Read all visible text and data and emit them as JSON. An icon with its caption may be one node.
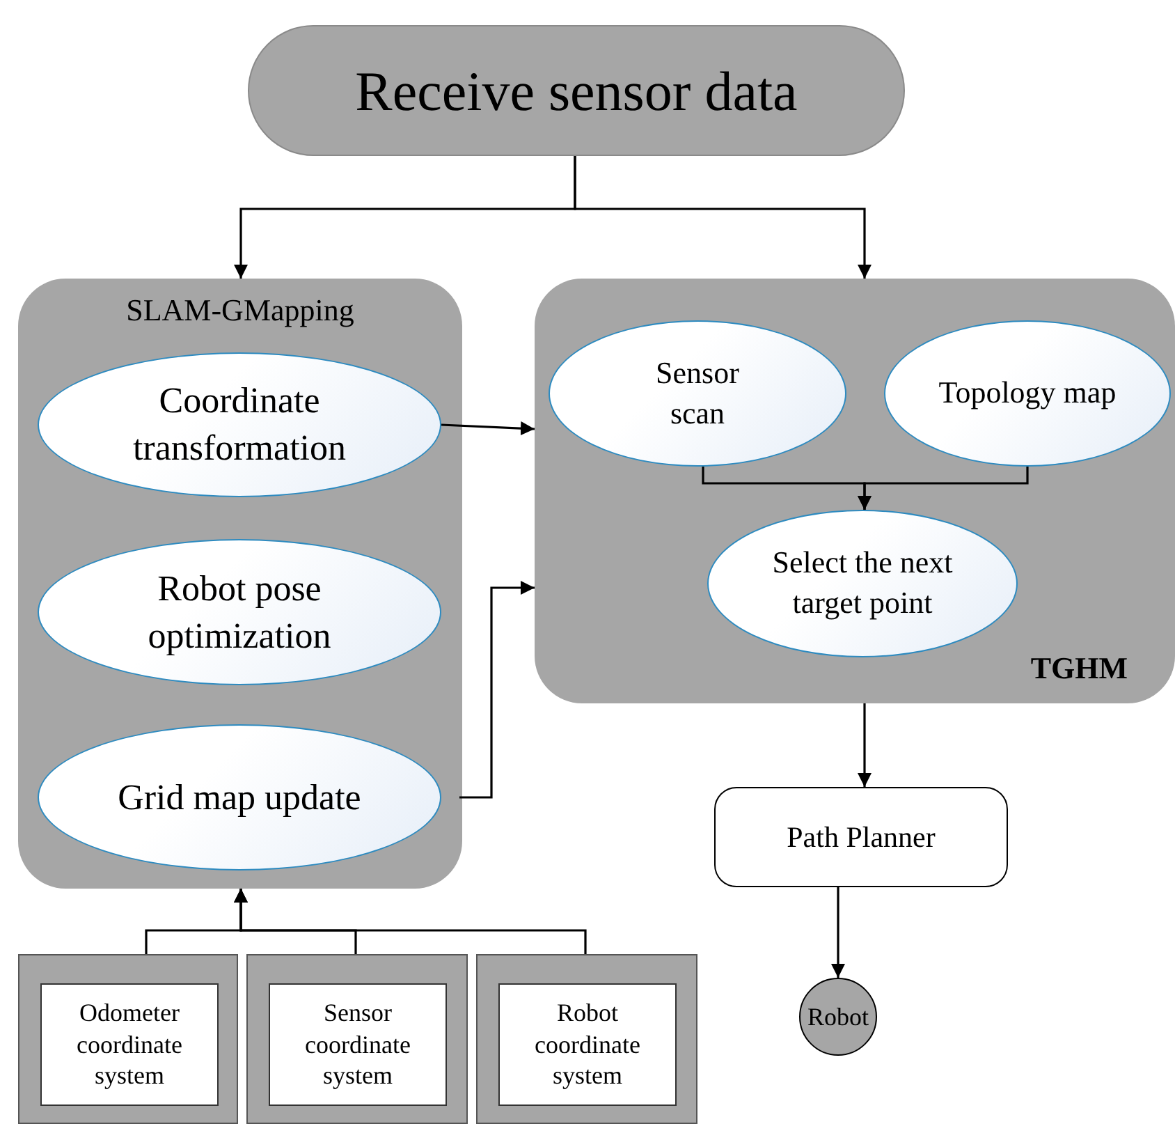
{
  "diagram": {
    "nodes": [
      {
        "text": [
          "Receive sensor data"
        ]
      },
      {
        "text": [
          "SLAM-GMapping"
        ]
      },
      {
        "text": [
          "Coordinate transformation"
        ],
        "in": 1
      },
      {
        "text": [
          "Robot pose optimization"
        ],
        "in": 1
      },
      {
        "text": [
          "Grid map update"
        ],
        "in": 1
      },
      {
        "text": [
          "TGHM"
        ]
      },
      {
        "text": [
          "Sensor scan"
        ],
        "in": 5
      },
      {
        "text": [
          "Topology map"
        ],
        "in": 5
      },
      {
        "text": [
          "Select the next target point"
        ],
        "in": 5
      },
      {
        "text": [
          "Path Planner"
        ]
      },
      {
        "text": [
          "Robot"
        ]
      },
      {
        "text": [],
        "shape": "box"
      },
      {
        "text": [
          "Odometer coordinate system"
        ],
        "in": 11
      },
      {
        "text": [],
        "shape": "box"
      },
      {
        "text": [
          "Sensor coordinate system"
        ],
        "in": 13
      },
      {
        "text": [],
        "shape": "box"
      },
      {
        "text": [
          "Robot coordinate system"
        ],
        "in": 15
      }
    ],
    "edges": [
      {
        "from": 0,
        "to": 1,
        "arrow": "to"
      },
      {
        "from": 0,
        "to": 5,
        "arrow": "to"
      },
      {
        "from": 2,
        "to": 5,
        "arrow": "to"
      },
      {
        "from": 4,
        "to": 5,
        "arrow": "to"
      },
      {
        "from": 6,
        "to": 8,
        "arrow": "to"
      },
      {
        "from": 7,
        "to": 8,
        "arrow": "to"
      },
      {
        "from": 5,
        "to": 9,
        "arrow": "to"
      },
      {
        "from": 9,
        "to": 10,
        "arrow": "to"
      },
      {
        "from": 11,
        "to": 1,
        "arrow": "to"
      },
      {
        "from": 13,
        "to": 1,
        "arrow": "to"
      },
      {
        "from": 15,
        "to": 1,
        "arrow": "to"
      }
    ]
  }
}
